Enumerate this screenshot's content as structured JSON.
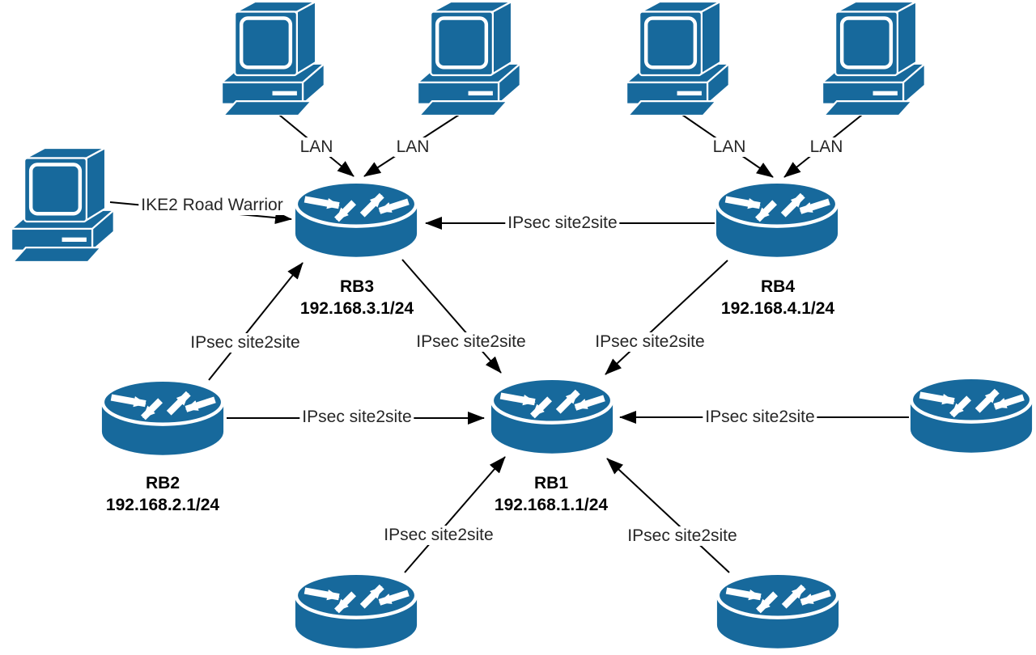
{
  "diagram": {
    "type": "network-topology",
    "colors": {
      "node_fill": "#17699c",
      "icon_detail": "#ffffff",
      "line": "#000000",
      "edge_label_text": "#262626",
      "node_label_text": "#000000",
      "background": "#ffffff"
    },
    "routers": [
      {
        "id": "rb1",
        "name": "RB1",
        "ip": "192.168.1.1/24"
      },
      {
        "id": "rb2",
        "name": "RB2",
        "ip": "192.168.2.1/24"
      },
      {
        "id": "rb3",
        "name": "RB3",
        "ip": "192.168.3.1/24"
      },
      {
        "id": "rb4",
        "name": "RB4",
        "ip": "192.168.4.1/24"
      },
      {
        "id": "router-remote-right"
      },
      {
        "id": "router-remote-bottom-left"
      },
      {
        "id": "router-remote-bottom-right"
      }
    ],
    "workstations": [
      {
        "id": "workstation-1"
      },
      {
        "id": "workstation-2"
      },
      {
        "id": "workstation-3"
      },
      {
        "id": "workstation-4"
      },
      {
        "id": "workstation-road-warrior"
      }
    ],
    "labels": {
      "lan": "LAN",
      "ipsec": "IPsec site2site",
      "road_warrior": "IKE2 Road Warrior"
    },
    "connections": [
      {
        "from": "workstation-1",
        "to": "rb3",
        "label": "LAN"
      },
      {
        "from": "workstation-2",
        "to": "rb3",
        "label": "LAN"
      },
      {
        "from": "workstation-3",
        "to": "rb4",
        "label": "LAN"
      },
      {
        "from": "workstation-4",
        "to": "rb4",
        "label": "LAN"
      },
      {
        "from": "workstation-road-warrior",
        "to": "rb3",
        "label": "IKE2 Road Warrior"
      },
      {
        "from": "rb4",
        "to": "rb3",
        "label": "IPsec site2site"
      },
      {
        "from": "rb2",
        "to": "rb3",
        "label": "IPsec site2site"
      },
      {
        "from": "rb3",
        "to": "rb1",
        "label": "IPsec site2site"
      },
      {
        "from": "rb4",
        "to": "rb1",
        "label": "IPsec site2site"
      },
      {
        "from": "rb2",
        "to": "rb1",
        "label": "IPsec site2site"
      },
      {
        "from": "router-remote-right",
        "to": "rb1",
        "label": "IPsec site2site"
      },
      {
        "from": "router-remote-bottom-left",
        "to": "rb1",
        "label": "IPsec site2site"
      },
      {
        "from": "router-remote-bottom-right",
        "to": "rb1",
        "label": "IPsec site2site"
      }
    ]
  }
}
